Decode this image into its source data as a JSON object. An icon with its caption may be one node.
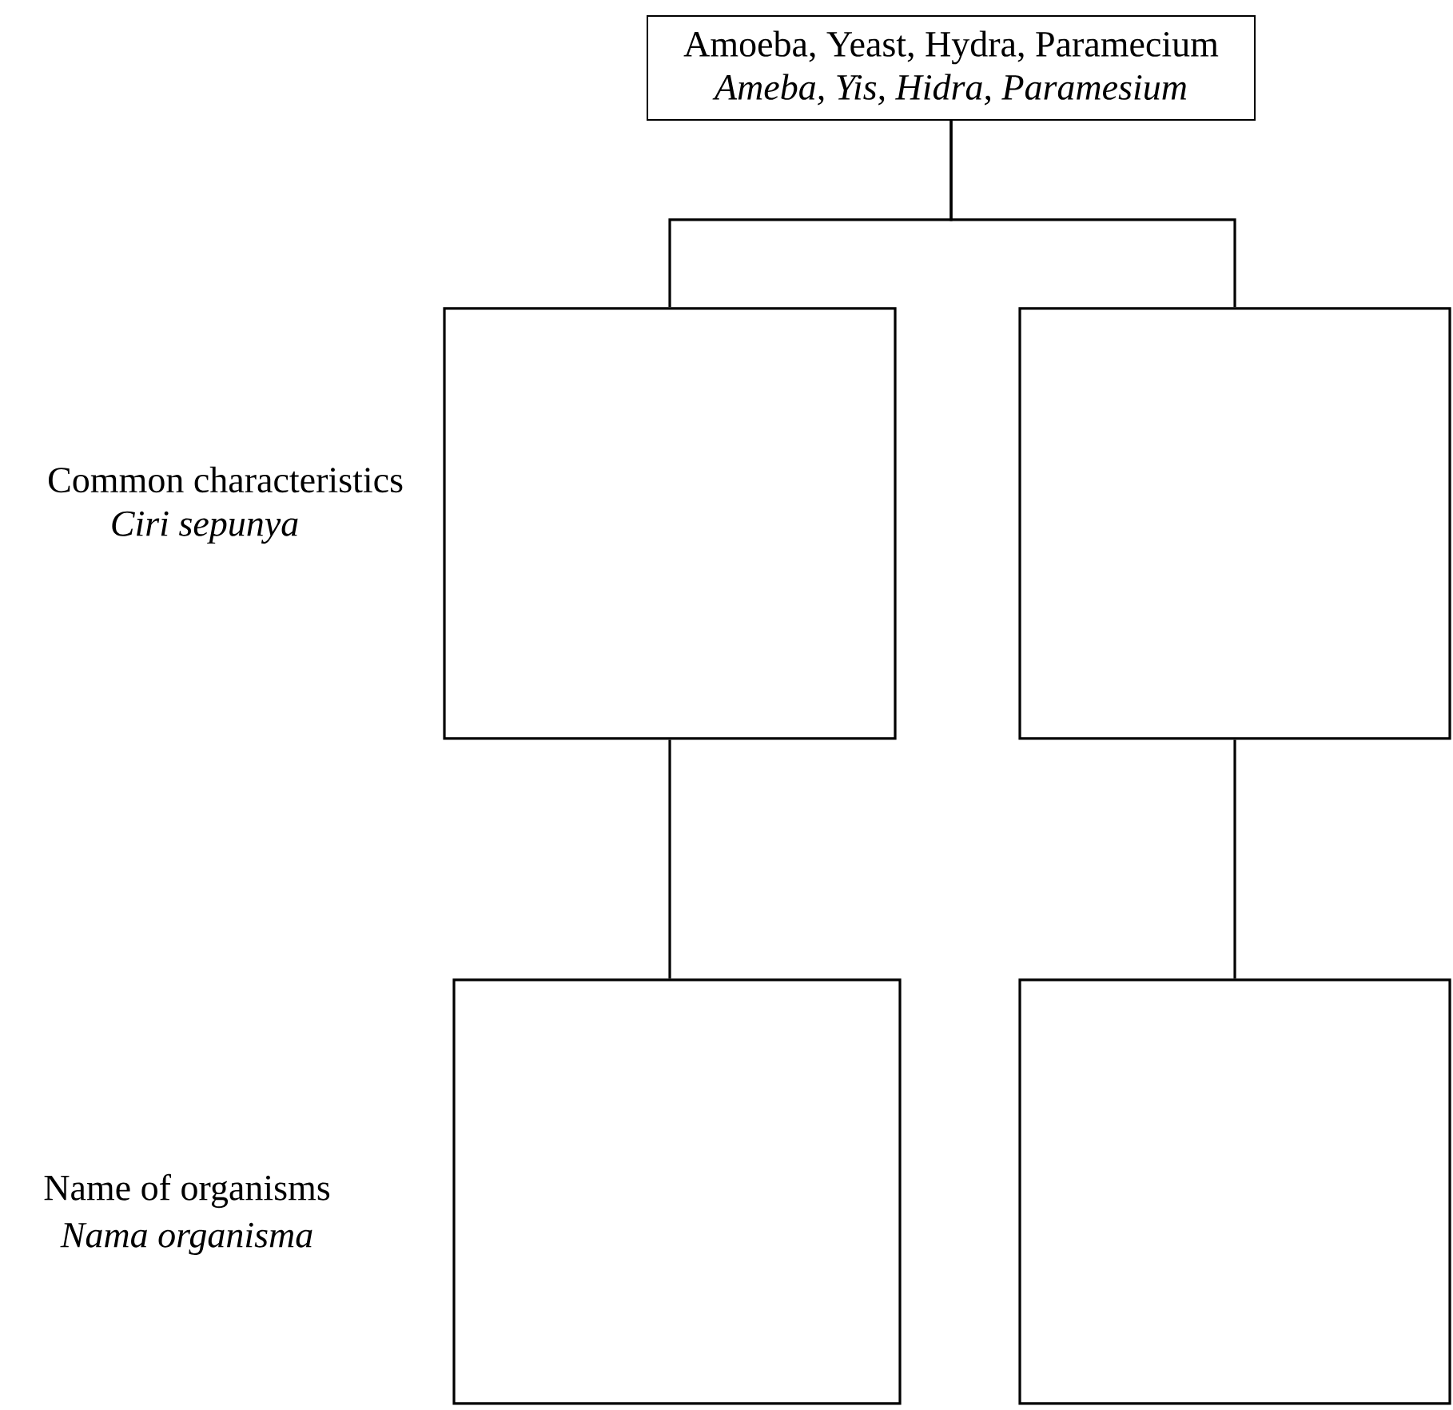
{
  "diagram": {
    "nodes": [
      {
        "text": [
          "Amoeba, Yeast, Hydra, Paramecium",
          "Ameba, Yis, Hidra, Paramesium"
        ]
      },
      {
        "text": [],
        "shape": "box"
      },
      {
        "text": [],
        "shape": "box"
      },
      {
        "text": [],
        "shape": "box"
      },
      {
        "text": [],
        "shape": "box"
      }
    ],
    "edges": [
      {
        "from": 0,
        "to": 1,
        "arrow": "none"
      },
      {
        "from": 0,
        "to": 2,
        "arrow": "none"
      },
      {
        "from": 1,
        "to": 3,
        "arrow": "none"
      },
      {
        "from": 2,
        "to": 4,
        "arrow": "none"
      }
    ],
    "labels": [
      "Common characteristics",
      "Ciri sepunya",
      "Name of organisms",
      "Nama organisma"
    ]
  }
}
